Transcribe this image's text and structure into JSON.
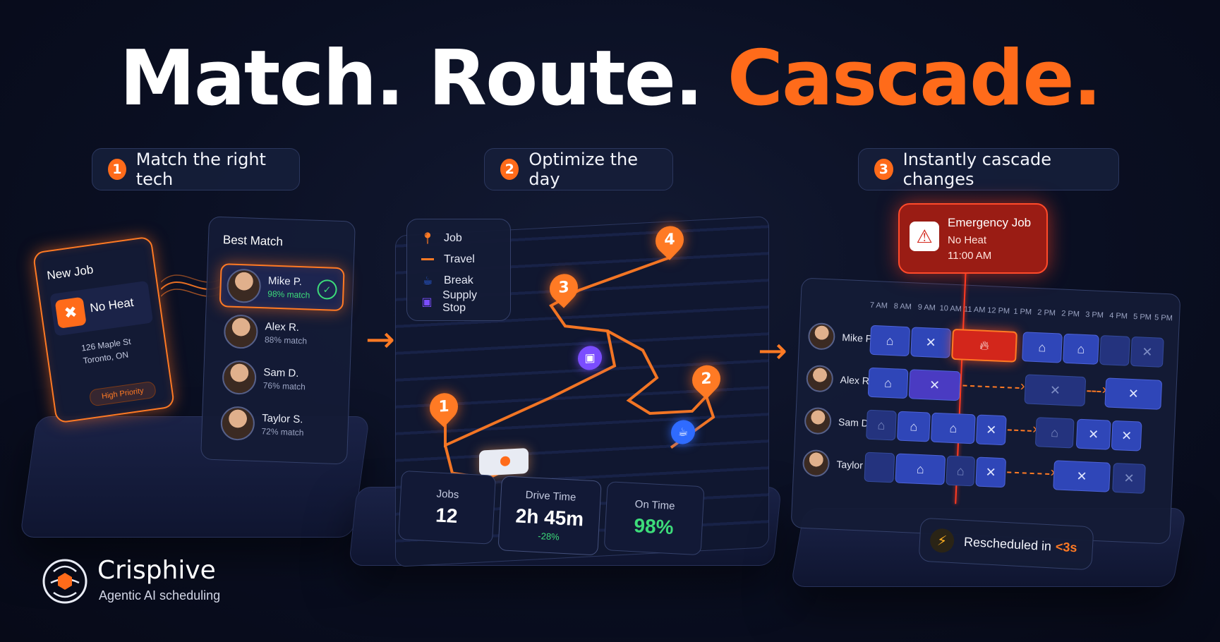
{
  "headline": {
    "part1": "Match.",
    "part2": "Route.",
    "part3": "Cascade."
  },
  "steps": [
    {
      "number": "1",
      "label": "Match the right tech"
    },
    {
      "number": "2",
      "label": "Optimize the day"
    },
    {
      "number": "3",
      "label": "Instantly cascade changes"
    }
  ],
  "new_job": {
    "title": "New Job",
    "job_name": "No Heat",
    "address_line1": "126 Maple St",
    "address_line2": "Toronto, ON",
    "priority": "High Priority"
  },
  "best_match": {
    "title": "Best Match",
    "techs": [
      {
        "name": "Mike P.",
        "match": "98% match",
        "selected": true
      },
      {
        "name": "Alex R.",
        "match": "88% match",
        "selected": false
      },
      {
        "name": "Sam D.",
        "match": "76% match",
        "selected": false
      },
      {
        "name": "Taylor S.",
        "match": "72% match",
        "selected": false
      }
    ]
  },
  "legend": {
    "items": [
      {
        "icon": "pin-icon",
        "label": "Job",
        "color": "#ff7a24"
      },
      {
        "icon": "route-line-icon",
        "label": "Travel",
        "color": "#ff7a24"
      },
      {
        "icon": "coffee-icon",
        "label": "Break",
        "color": "#2f6bff"
      },
      {
        "icon": "box-icon",
        "label": "Supply Stop",
        "color": "#7b4dff"
      }
    ]
  },
  "route_stops": [
    "1",
    "2",
    "3",
    "4"
  ],
  "stats": [
    {
      "label": "Jobs",
      "value": "12",
      "sub": ""
    },
    {
      "label": "Drive Time",
      "value": "2h 45m",
      "sub": "-28%"
    },
    {
      "label": "On Time",
      "value": "98%",
      "sub": ""
    }
  ],
  "emergency": {
    "title": "Emergency Job",
    "job": "No Heat",
    "time": "11:00 AM"
  },
  "schedule": {
    "hours": [
      "7 AM",
      "8 AM",
      "9 AM",
      "10 AM",
      "11 AM",
      "12 PM",
      "1 PM",
      "2 PM",
      "2 PM",
      "3 PM",
      "4 PM",
      "5 PM",
      "5 PM"
    ],
    "techs": [
      "Mike P.",
      "Alex R.",
      "Sam D.",
      "Taylor S."
    ]
  },
  "rescheduled": {
    "text": "Rescheduled in",
    "highlight": "<3s"
  },
  "brand": {
    "name": "Crisphive",
    "tagline": "Agentic AI scheduling"
  },
  "colors": {
    "accent": "#ff6b1a",
    "background": "#0a0f22",
    "success": "#3ddc7a",
    "block": "#2f46b8",
    "emergency": "#d3261b"
  }
}
